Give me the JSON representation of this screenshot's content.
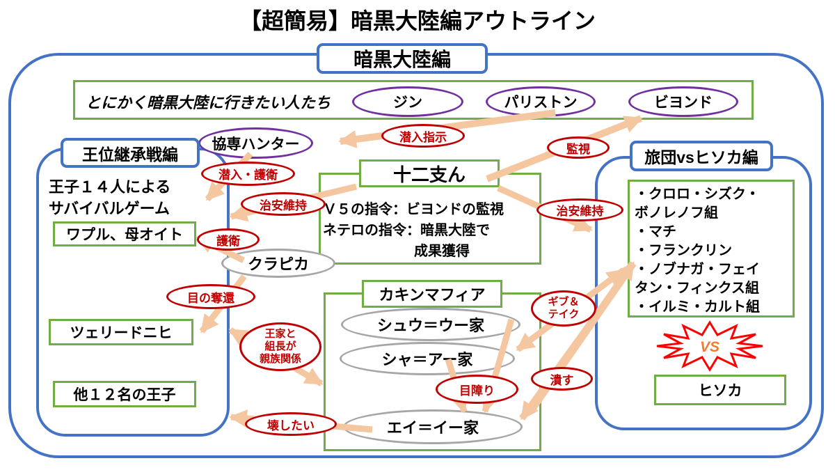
{
  "header": {
    "page_title": "【超簡易】暗黒大陸編アウトライン",
    "main_label": "暗黒大陸編"
  },
  "travelers": {
    "caption": "とにかく暗黒大陸に行きたい人たち",
    "people": [
      "ジン",
      "パリストン",
      "ビヨンド"
    ]
  },
  "hunter_oval": "協専ハンター",
  "succession": {
    "title": "王位継承戦編",
    "desc": [
      "王子１４人による",
      "サバイバルゲーム"
    ],
    "boxes": [
      "ワプル、母オイト",
      "ツェリードニヒ",
      "他１２名の王子"
    ]
  },
  "zodiac": {
    "title": "十二支ん",
    "orders": [
      "Ｖ５の指令：ビヨンドの監視",
      "ネテロの指令：暗黒大陸で",
      "成果獲得"
    ]
  },
  "kurapika": "クラピカ",
  "mafia": {
    "title": "カキンマフィア",
    "families": [
      "シュウ＝ウー家",
      "シャ＝アー家",
      "エイ＝イー家"
    ]
  },
  "troupe": {
    "title": "旅団vsヒソカ編",
    "members": [
      "・クロロ・シズク・",
      "ボノレノフ組",
      "・マチ",
      "・フランクリン",
      "・ノブナガ・フェイ",
      "タン・フィンクス組",
      "・イルミ・カルト組"
    ],
    "vs_label": "VS",
    "hisoka": "ヒソカ"
  },
  "relation_labels": {
    "infiltration_order": "潜入指示",
    "surveillance": "監視",
    "infiltrate_escort": "潜入・護衛",
    "security_left": "治安維持",
    "security_right": "治安維持",
    "escort": "護衛",
    "eye_recovery": "目の奪還",
    "royal_family_relation": [
      "王家と",
      "組長が",
      "親族関係"
    ],
    "give_and_take": [
      "ギブ＆",
      "テイク"
    ],
    "eyesore": "目障り",
    "crush": "潰す",
    "want_to_destroy": "壊したい"
  },
  "colors": {
    "blue_border": "#4472C4",
    "green_border": "#70AD47",
    "purple_border": "#7030A0",
    "red_border": "#C00000",
    "gray_border": "#A6A6A6",
    "arrow": "#F4C7A1",
    "vs_text": "#ED7D31",
    "vs_border": "#FF0000"
  }
}
